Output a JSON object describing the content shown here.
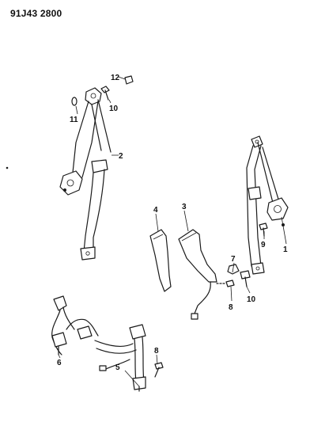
{
  "diagram": {
    "code": "91J43 2800",
    "callouts": [
      {
        "id": "c1",
        "label": "1"
      },
      {
        "id": "c2",
        "label": "2"
      },
      {
        "id": "c3",
        "label": "3"
      },
      {
        "id": "c4",
        "label": "4"
      },
      {
        "id": "c5",
        "label": "5"
      },
      {
        "id": "c6",
        "label": "6"
      },
      {
        "id": "c7",
        "label": "7"
      },
      {
        "id": "c8a",
        "label": "8"
      },
      {
        "id": "c8b",
        "label": "8"
      },
      {
        "id": "c9",
        "label": "9"
      },
      {
        "id": "c10a",
        "label": "10"
      },
      {
        "id": "c10b",
        "label": "10"
      },
      {
        "id": "c11",
        "label": "11"
      },
      {
        "id": "c12",
        "label": "12"
      }
    ]
  }
}
